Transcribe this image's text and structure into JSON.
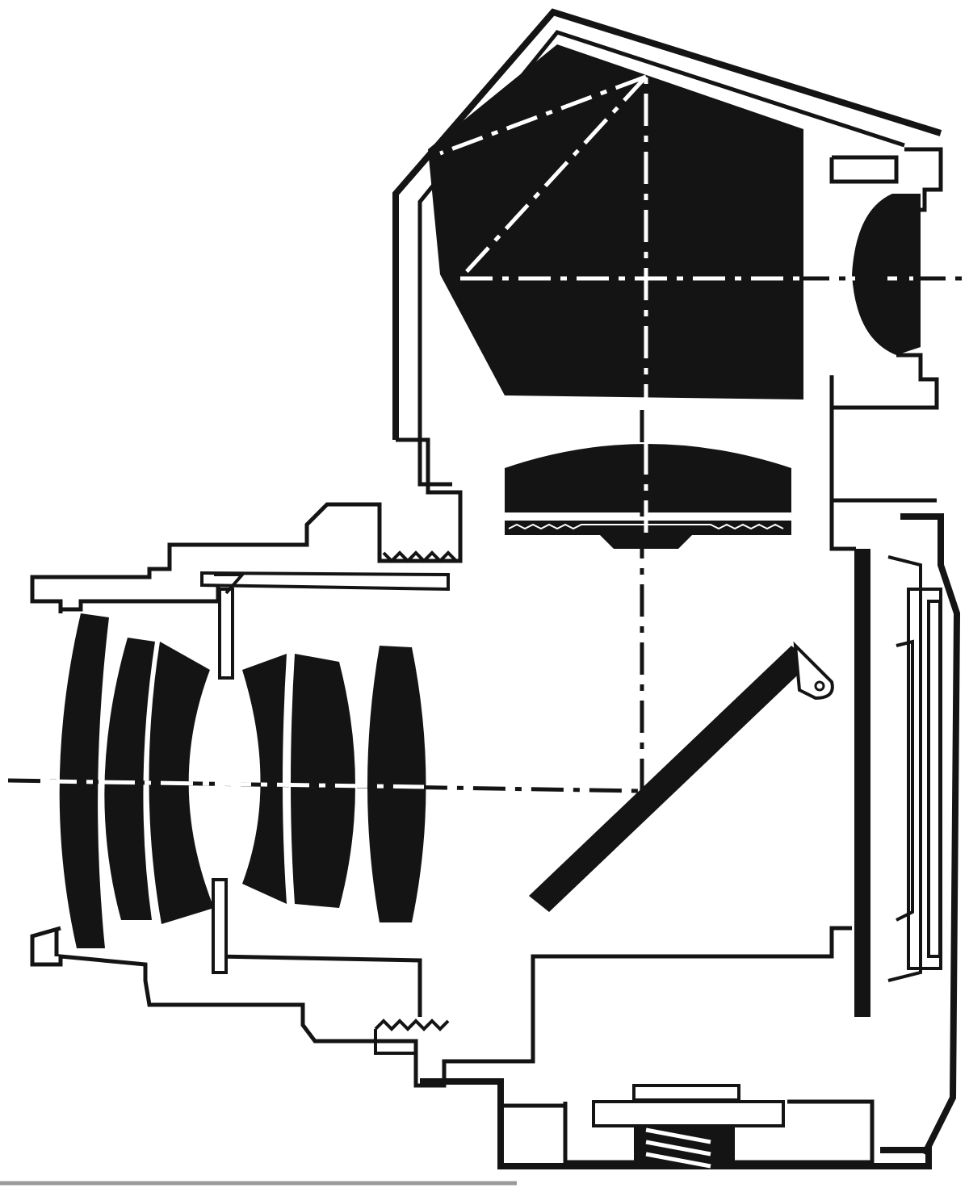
{
  "figure": {
    "ink_color": "#141414",
    "paper_color": "#ffffff",
    "axis_color": "#ffffff"
  },
  "parts": [
    {
      "name": "pentaprism",
      "icon": "prism-shape"
    },
    {
      "name": "eyepiece-lens",
      "icon": "lens-shape"
    },
    {
      "name": "condenser-lens",
      "icon": "lens-shape"
    },
    {
      "name": "focusing-screen",
      "icon": "serrated-strip"
    },
    {
      "name": "reflex-mirror",
      "icon": "diagonal-bar"
    },
    {
      "name": "objective-lens-group",
      "icon": "lens-stack"
    },
    {
      "name": "aperture-diaphragm",
      "icon": "blade-pair"
    },
    {
      "name": "film-plane",
      "icon": "vertical-bar"
    },
    {
      "name": "pressure-plate",
      "icon": "vertical-plate"
    },
    {
      "name": "tripod-socket",
      "icon": "threaded-socket"
    }
  ]
}
